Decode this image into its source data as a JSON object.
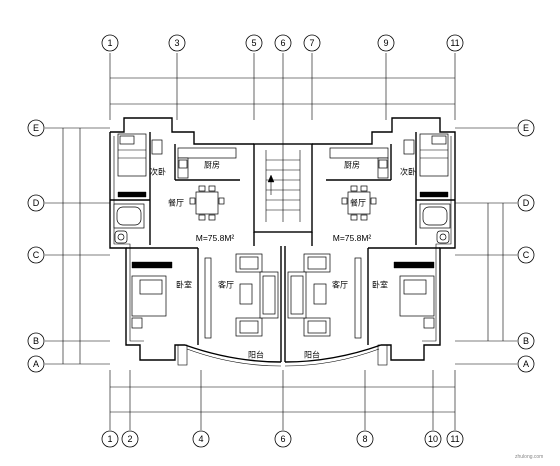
{
  "axes": {
    "top": [
      "1",
      "3",
      "5",
      "6",
      "7",
      "9",
      "11"
    ],
    "bottom": [
      "1",
      "2",
      "4",
      "6",
      "8",
      "10",
      "11"
    ],
    "left": [
      "E",
      "D",
      "C",
      "B",
      "A"
    ],
    "right": [
      "E",
      "D",
      "C",
      "B",
      "A"
    ]
  },
  "rooms": {
    "left": {
      "bedroom2": "次卧",
      "kitchen": "厨房",
      "dining": "餐厅",
      "living": "客厅",
      "master_bedroom": "卧室",
      "balcony": "阳台",
      "area": "M=75.8M²"
    },
    "right": {
      "bedroom2": "次卧",
      "kitchen": "厨房",
      "dining": "餐厅",
      "living": "客厅",
      "master_bedroom": "卧室",
      "balcony": "阳台",
      "area": "M=75.8M²"
    }
  },
  "watermark": "zhulong.com"
}
